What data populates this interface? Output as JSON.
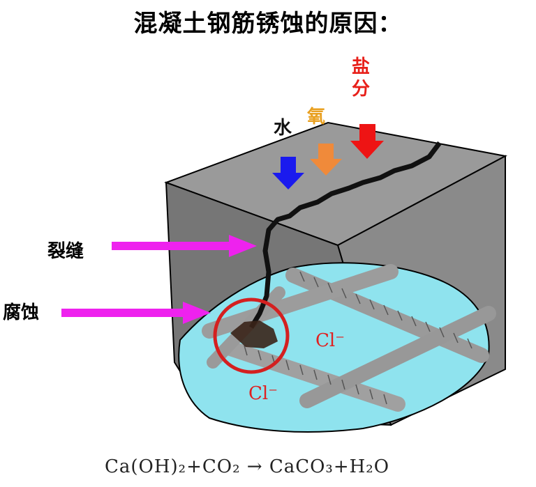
{
  "title": "混凝土钢筋锈蚀的原因：",
  "labels": {
    "water": "水",
    "oxygen": "氧",
    "salt": "盐分",
    "crack": "裂缝",
    "corrosion": "腐蚀"
  },
  "chloride_label": "Cl⁻",
  "formula": "Ca(OH)₂+CO₂ → CaCO₃+H₂O",
  "colors": {
    "water_arrow": "#1a1aee",
    "oxygen_arrow": "#f08a3a",
    "salt_arrow": "#ee1414",
    "pointer_arrows": "#ee22ee",
    "concrete_top": "#9a9a9a",
    "concrete_front": "#7a7a7a",
    "water_pool": "#8fe3ee",
    "corrosion_ring": "#d42020"
  }
}
